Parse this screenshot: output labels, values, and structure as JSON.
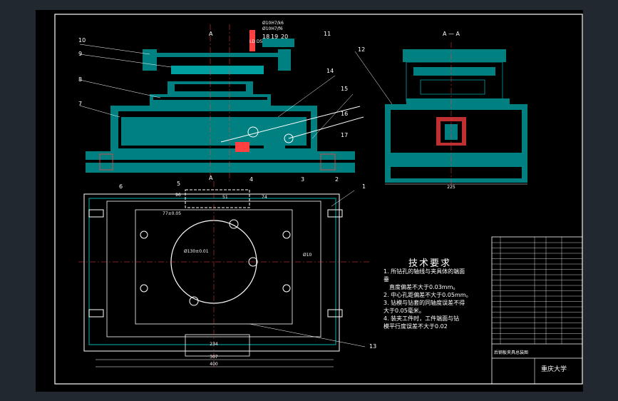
{
  "drawing": {
    "section_labels": [
      "A",
      "A",
      "A — A"
    ],
    "callouts": [
      "1",
      "2",
      "3",
      "4",
      "5",
      "6",
      "7",
      "8",
      "9",
      "10",
      "11",
      "12",
      "13",
      "14",
      "15",
      "16",
      "17",
      "18",
      "19",
      "20"
    ],
    "dims": {
      "top_right": "225",
      "bottom_1": "234",
      "bottom_2": "307",
      "bottom_3": "400",
      "top_a": "96",
      "top_b": "51",
      "top_c": "74",
      "top_d": "77±0.05",
      "circle": "Ø130±0.01",
      "mid_dim": "Ø10",
      "top_small": "LD D5",
      "spec_1": "Ø10H7/k6",
      "spec_2": "Ø10H7/f6"
    }
  },
  "tech": {
    "heading": "技术要求",
    "lines": [
      "1. 所钻孔的轴线与夹具体的端面",
      "垂",
      "直度偏差不大于0.03mm。",
      "2. 中心孔距偏差不大于0.05mm。",
      "3. 钻模与钻套的同轴度误差不得",
      "大于0.05毫米。",
      "4. 装夹工件时，工件端面与钻",
      "模平行度误差不大于0.02"
    ]
  },
  "title_block": {
    "school": "重庆大学",
    "drawing_name": "后钢板夹具总装图"
  },
  "colors": {
    "outline": "#ffffff",
    "part": "#008080",
    "section": "#00c0c0",
    "hatch": "#ff4040",
    "page": "#212830"
  }
}
